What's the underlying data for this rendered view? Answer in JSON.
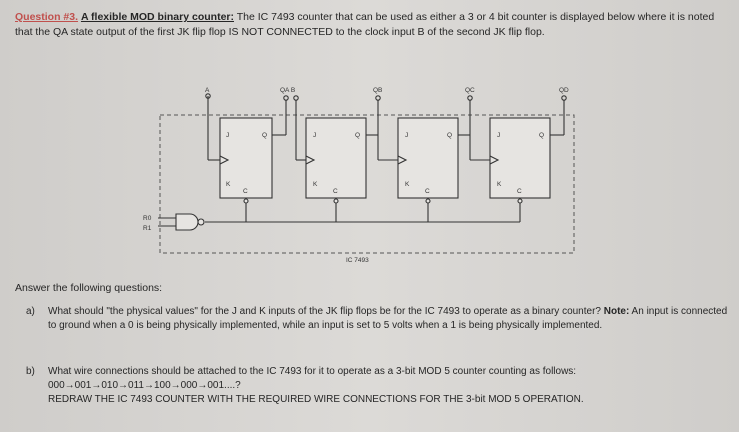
{
  "question": {
    "number": "Question #3.",
    "title": "A flexible MOD binary counter:",
    "text": " The IC 7493 counter that can be used as either a 3 or 4 bit counter is displayed below where it is noted that the QA state output of the first JK flip flop IS NOT CONNECTED to the clock input B of the second JK flip flop."
  },
  "diagram": {
    "labels": {
      "a": "A",
      "qa_b": "QA  B",
      "qb": "QB",
      "qc": "QC",
      "qd": "QD",
      "r0": "R0",
      "r1": "R1",
      "ic": "IC 7493"
    },
    "ff_pins": {
      "j": "J",
      "k": "K",
      "q": "Q",
      "c": "C"
    }
  },
  "answers": {
    "heading": "Answer the following questions:",
    "a": {
      "mark": "a)",
      "text1": "What should \"the physical values\" for the J and K inputs of the JK flip flops be for the IC 7493 to operate as a binary counter? ",
      "note_label": "Note:",
      "text2": " An input is connected to ground when a 0 is being physically implemented, while an input is set to 5 volts when a 1 is being physically implemented."
    },
    "b": {
      "mark": "b)",
      "text": "What wire connections should be attached to the IC 7493 for it to operate as a 3-bit MOD 5 counter counting as follows: 000→001→010→011→100→000→001....?",
      "instruction": "REDRAW THE IC 7493 COUNTER WITH THE REQUIRED WIRE CONNECTIONS FOR THE 3-bit MOD 5 OPERATION."
    }
  }
}
